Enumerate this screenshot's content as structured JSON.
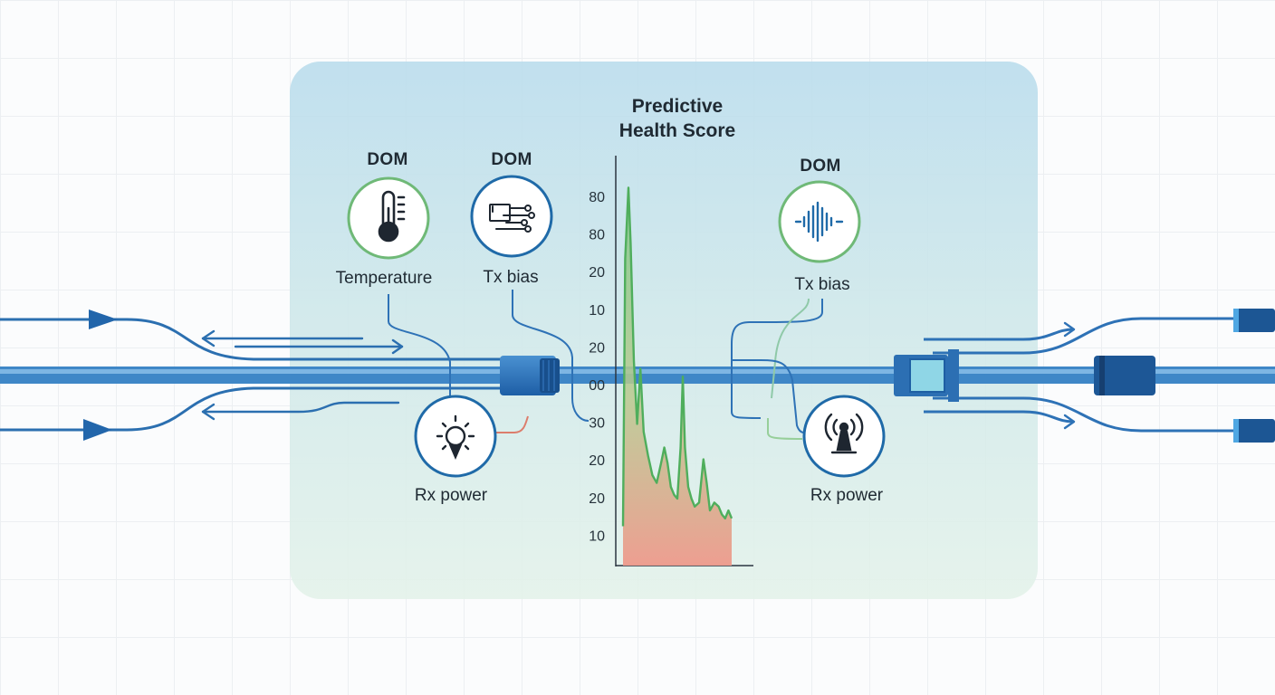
{
  "chart_title": [
    "Predictive",
    "Health Score"
  ],
  "sensors": [
    {
      "header": "DOM",
      "label": "Temperature",
      "icon": "thermometer-icon"
    },
    {
      "header": "DOM",
      "label": "Tx bias",
      "icon": "circuit-icon"
    },
    {
      "label": "Rx power",
      "icon": "light-bulb-icon"
    },
    {
      "header": "DOM",
      "label": "Tx bias",
      "icon": "waveform-icon"
    },
    {
      "label": "Rx power",
      "icon": "antenna-icon"
    }
  ],
  "chart_data": {
    "type": "area",
    "title": "Predictive Health Score",
    "y_tick_labels": [
      "80",
      "80",
      "20",
      "10",
      "20",
      "00",
      "30",
      "20",
      "20",
      "10"
    ],
    "trend": [
      [
        0,
        10
      ],
      [
        2,
        78
      ],
      [
        5,
        96
      ],
      [
        7,
        82
      ],
      [
        10,
        52
      ],
      [
        13,
        36
      ],
      [
        16,
        50
      ],
      [
        19,
        34
      ],
      [
        23,
        28
      ],
      [
        27,
        23
      ],
      [
        31,
        21
      ],
      [
        35,
        26
      ],
      [
        38,
        30
      ],
      [
        41,
        26
      ],
      [
        44,
        20
      ],
      [
        47,
        18
      ],
      [
        50,
        17
      ],
      [
        53,
        30
      ],
      [
        55,
        48
      ],
      [
        57,
        30
      ],
      [
        60,
        20
      ],
      [
        63,
        17
      ],
      [
        66,
        15
      ],
      [
        70,
        16
      ],
      [
        74,
        27
      ],
      [
        77,
        21
      ],
      [
        80,
        14
      ],
      [
        84,
        16
      ],
      [
        88,
        15
      ],
      [
        91,
        13
      ],
      [
        94,
        12
      ],
      [
        97,
        14
      ],
      [
        100,
        12
      ]
    ],
    "fill_colors": {
      "top": "#7fc98a",
      "bottom": "#ee9a8c"
    },
    "line_color": "#4fae5c"
  },
  "colors": {
    "cable": "#3f87c7",
    "cable_dark": "#1e5fa3",
    "icon_green": "#6fb977",
    "icon_blue": "#1f6aa8"
  }
}
